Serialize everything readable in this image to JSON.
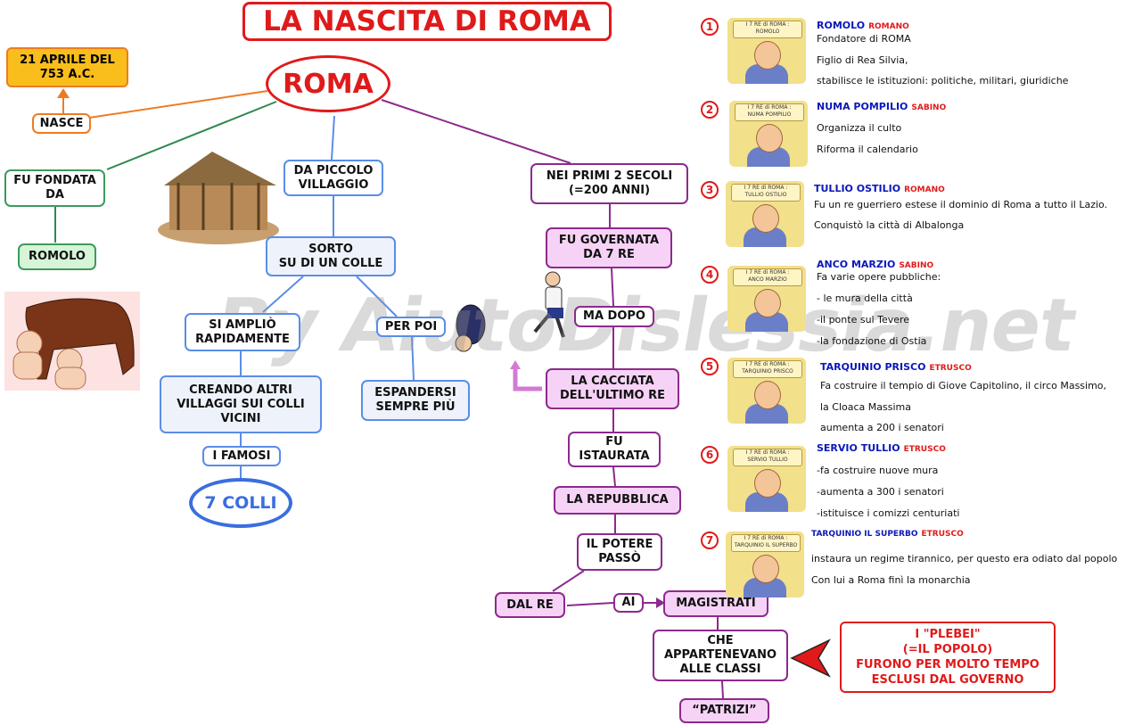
{
  "title": "LA NASCITA DI ROMA",
  "center": "ROMA",
  "left": {
    "date": "21 APRILE DEL\n753 A.C.",
    "nasce": "NASCE",
    "fondata": "FU FONDATA\nDA",
    "romolo": "ROMOLO"
  },
  "middle": {
    "villaggio": "DA PICCOLO\nVILLAGGIO",
    "sorto": "SORTO\nSU DI UN COLLE",
    "ampliato": "SI  AMPLIÒ\nRAPIDAMENTE",
    "creando": "CREANDO ALTRI\nVILLAGGI SUI COLLI\nVICINI",
    "famosi": "I FAMOSI",
    "colli": "7 COLLI",
    "perpoi": "PER POI",
    "espandersi": "ESPANDERSI\nSEMPRE PIÙ"
  },
  "right": {
    "secoli": "NEI PRIMI 2 SECOLI\n(=200 ANNI)",
    "governata": "FU GOVERNATA\nDA 7 RE",
    "madopo": "MA DOPO",
    "cacciata": "LA CACCIATA\nDELL'ULTIMO RE",
    "instaurata": "FU\nISTAURATA",
    "repubblica": "LA REPUBBLICA",
    "potere": "IL POTERE\nPASSÒ",
    "dalre": "DAL RE",
    "ai": "AI",
    "magistrati": "MAGISTRATI",
    "appartenevano": "CHE\nAPPARTENEVANO\nALLE CLASSI",
    "patrizi": "“PATRIZI”",
    "plebei": "I \"PLEBEI\"\n(=IL POPOLO)\nFURONO PER MOLTO TEMPO\nESCLUSI DAL GOVERNO"
  },
  "watermark": "By AiutoDislessia.net",
  "kings": [
    {
      "num": "1",
      "banner": "I 7 RE di ROMA :\nROMOLO",
      "name": "ROMOLO",
      "origin": "ROMANO",
      "lines": [
        "Fondatore di ROMA",
        "Figlio di Rea Silvia,",
        "stabilisce le istituzioni: politiche, militari, giuridiche"
      ]
    },
    {
      "num": "2",
      "banner": "I 7 RE di ROMA :\nNUMA POMPILIO",
      "name": "NUMA POMPILIO",
      "origin": "SABINO",
      "lines": [
        "Organizza il culto",
        "Riforma il calendario"
      ]
    },
    {
      "num": "3",
      "banner": "I 7 RE di ROMA :\nTULLIO OSTILIO",
      "name": "TULLIO OSTILIO",
      "origin": "ROMANO",
      "lines": [
        "Fu un re guerriero estese il dominio di Roma a tutto il Lazio.",
        "Conquistò la città di Albalonga"
      ]
    },
    {
      "num": "4",
      "banner": "I 7 RE di ROMA :\nANCO MARZIO",
      "name": "ANCO MARZIO",
      "origin": "SABINO",
      "lines": [
        "Fa varie opere pubbliche:",
        "- le mura della città",
        "-il ponte sul Tevere",
        "-la fondazione di Ostia"
      ]
    },
    {
      "num": "5",
      "banner": "I 7 RE di ROMA :\nTARQUINIO PRISCO",
      "name": "TARQUINIO PRISCO",
      "origin": "ETRUSCO",
      "lines": [
        "Fa costruire il tempio di Giove Capitolino, il circo Massimo,",
        "la Cloaca Massima",
        "aumenta a 200 i senatori"
      ]
    },
    {
      "num": "6",
      "banner": "I 7 RE di ROMA :\nSERVIO TULLIO",
      "name": "SERVIO TULLIO",
      "origin": "ETRUSCO",
      "lines": [
        "-fa costruire nuove mura",
        "-aumenta a 300 i senatori",
        "-istituisce i comizzi centuriati"
      ]
    },
    {
      "num": "7",
      "banner": "I 7 RE di ROMA :\nTARQUINIO IL SUPERBO",
      "name": "TARQUINIO IL SUPERBO",
      "origin": "ETRUSCO",
      "lines": [
        "instaura un regime tirannico, per questo era odiato dal popolo",
        "Con lui a Roma finì la monarchia"
      ]
    }
  ]
}
